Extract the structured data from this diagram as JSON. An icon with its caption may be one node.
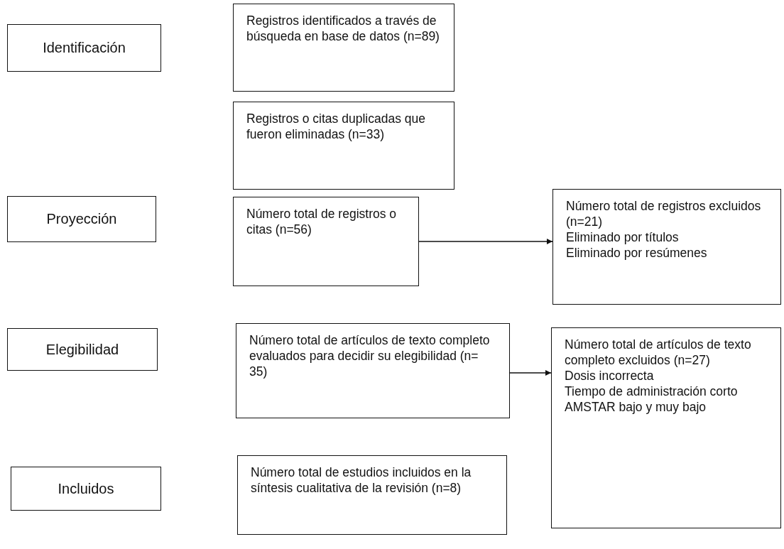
{
  "diagram": {
    "nodes": [
      {
        "text": [
          "Identificación"
        ]
      },
      {
        "text": [
          "Registros identificados a través de búsqueda en base de datos (n=89)"
        ]
      },
      {
        "text": [
          "Registros o citas duplicadas que fueron eliminadas (n=33)"
        ]
      },
      {
        "text": [
          "Proyección"
        ]
      },
      {
        "text": [
          "Número total de registros o citas (n=56)"
        ]
      },
      {
        "text": [
          "Número total de registros excluidos (n=21)",
          "Eliminado por títulos",
          "Eliminado por resúmenes"
        ]
      },
      {
        "text": [
          "Elegibilidad"
        ]
      },
      {
        "text": [
          "Número total de artículos de texto completo evaluados para decidir su elegibilidad (n= 35)"
        ]
      },
      {
        "text": [
          "Número total de artículos de texto completo excluidos (n=27)",
          "Dosis incorrecta",
          "Tiempo de administración corto",
          "AMSTAR bajo y muy bajo"
        ]
      },
      {
        "text": [
          "Incluidos"
        ]
      },
      {
        "text": [
          "Número total de estudios incluidos en la síntesis cualitativa de la revisión (n=8)"
        ]
      }
    ],
    "edges": [
      {
        "from": 4,
        "to": 5,
        "arrow": "to"
      },
      {
        "from": 7,
        "to": 8,
        "arrow": "to"
      }
    ]
  }
}
